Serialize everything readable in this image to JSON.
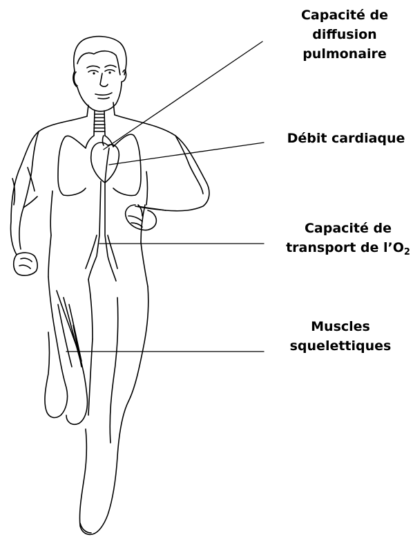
{
  "labels": {
    "pulmonary_diffusion": {
      "line1": "Capacité de",
      "line2": "diffusion",
      "line3": "pulmonaire"
    },
    "cardiac_output": {
      "line1": "Débit cardiaque"
    },
    "o2_transport": {
      "line1": "Capacité de",
      "line2_main": "transport de l’O",
      "line2_sub": "2"
    },
    "skeletal_muscles": {
      "line1": "Muscles",
      "line2": "squelettiques"
    }
  },
  "colors": {
    "ink": "#000000",
    "background": "#ffffff"
  }
}
